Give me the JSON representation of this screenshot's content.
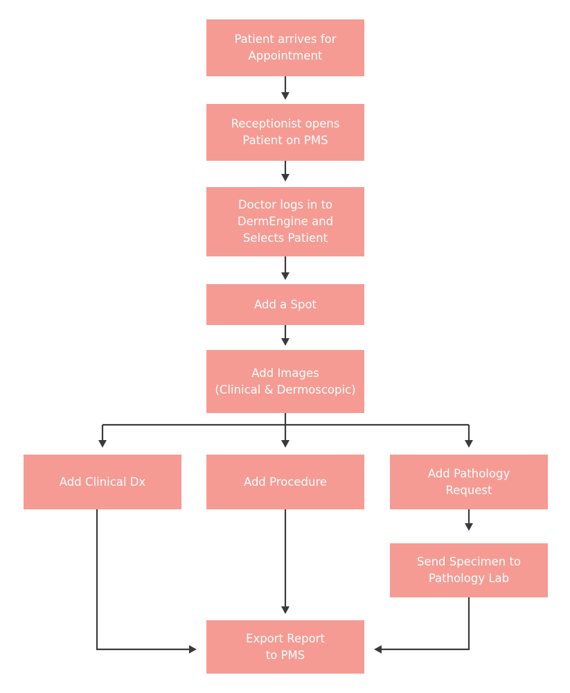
{
  "diagram": {
    "nodes": [
      {
        "id": "patient-arrives",
        "label": "Patient arrives for\nAppointment"
      },
      {
        "id": "receptionist-opens",
        "label": "Receptionist opens\nPatient on PMS"
      },
      {
        "id": "doctor-logs-in",
        "label": "Doctor logs in to\nDermEngine and\nSelects Patient"
      },
      {
        "id": "add-spot",
        "label": "Add a Spot"
      },
      {
        "id": "add-images",
        "label": "Add Images\n(Clinical & Dermoscopic)"
      },
      {
        "id": "add-clinical-dx",
        "label": "Add Clinical Dx"
      },
      {
        "id": "add-procedure",
        "label": "Add Procedure"
      },
      {
        "id": "add-pathology-request",
        "label": "Add Pathology\nRequest"
      },
      {
        "id": "send-specimen",
        "label": "Send Specimen to\nPathology Lab"
      },
      {
        "id": "export-report",
        "label": "Export Report\nto PMS"
      }
    ],
    "edges": [
      {
        "from": "patient-arrives",
        "to": "receptionist-opens"
      },
      {
        "from": "receptionist-opens",
        "to": "doctor-logs-in"
      },
      {
        "from": "doctor-logs-in",
        "to": "add-spot"
      },
      {
        "from": "add-spot",
        "to": "add-images"
      },
      {
        "from": "add-images",
        "to": "add-clinical-dx"
      },
      {
        "from": "add-images",
        "to": "add-procedure"
      },
      {
        "from": "add-images",
        "to": "add-pathology-request"
      },
      {
        "from": "add-pathology-request",
        "to": "send-specimen"
      },
      {
        "from": "add-clinical-dx",
        "to": "export-report"
      },
      {
        "from": "add-procedure",
        "to": "export-report"
      },
      {
        "from": "send-specimen",
        "to": "export-report"
      }
    ],
    "colors": {
      "node_fill": "#f59b93",
      "node_text": "#ffffff",
      "connector": "#3a3a3a"
    }
  }
}
